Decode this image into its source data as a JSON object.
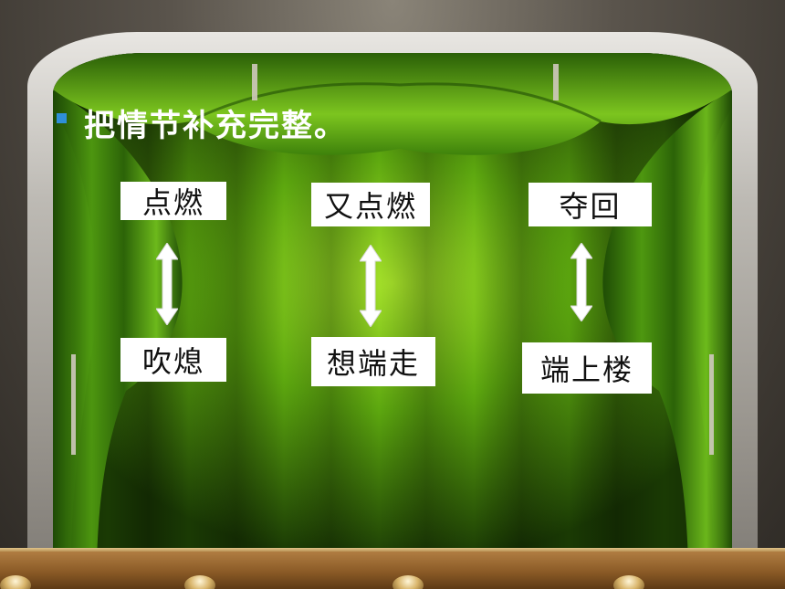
{
  "heading": "把情节补充完整。",
  "pairs": [
    {
      "top": "点燃",
      "bottom": "吹熄"
    },
    {
      "top": "又点燃",
      "bottom": "想端走"
    },
    {
      "top": "夺回",
      "bottom": "端上楼"
    }
  ],
  "colors": {
    "curtain": "#4c9a0c",
    "bullet": "#2f8fd8",
    "box": "#ffffff"
  },
  "icons": [
    "double-arrow-icon"
  ]
}
